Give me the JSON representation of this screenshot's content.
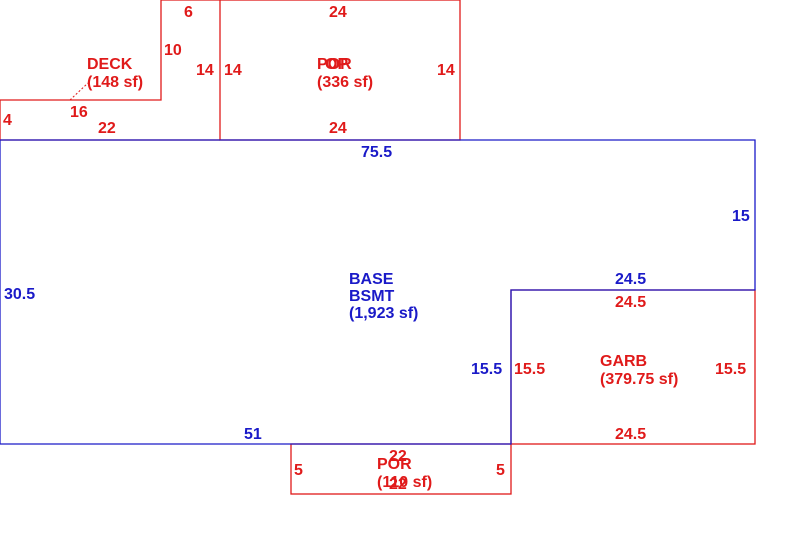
{
  "colors": {
    "base": "#1a1ac8",
    "addition": "#e01a1a",
    "background": "#ffffff"
  },
  "areas": {
    "deck": {
      "code": "DECK",
      "area": "(148 sf)"
    },
    "porch_top": {
      "code": "POR",
      "overlay": "OP",
      "area": "(336 sf)"
    },
    "base": {
      "code": "BASE",
      "sub": "BSMT",
      "area": "(1,923 sf)"
    },
    "garage": {
      "code": "GARB",
      "area": "(379.75 sf)"
    },
    "porch_bottom": {
      "code": "POR",
      "area": "(110 sf)"
    }
  },
  "dims": {
    "deck_top": "6",
    "deck_side": "10",
    "deck_right": "14",
    "deck_diag": "16",
    "deck_left": "4",
    "deck_bottom": "22",
    "por_top": "24",
    "por_left": "14",
    "por_right": "14",
    "por_bottom": "24",
    "base_top": "75.5",
    "base_right": "15",
    "base_left": "30.5",
    "base_bottom": "51",
    "base_step": "15.5",
    "base_garage_edge": "24.5",
    "garage_top": "24.5",
    "garage_left": "15.5",
    "garage_right": "15.5",
    "garage_bottom": "24.5",
    "por2_top": "22",
    "por2_left": "5",
    "por2_right": "5",
    "por2_bottom": "22"
  }
}
